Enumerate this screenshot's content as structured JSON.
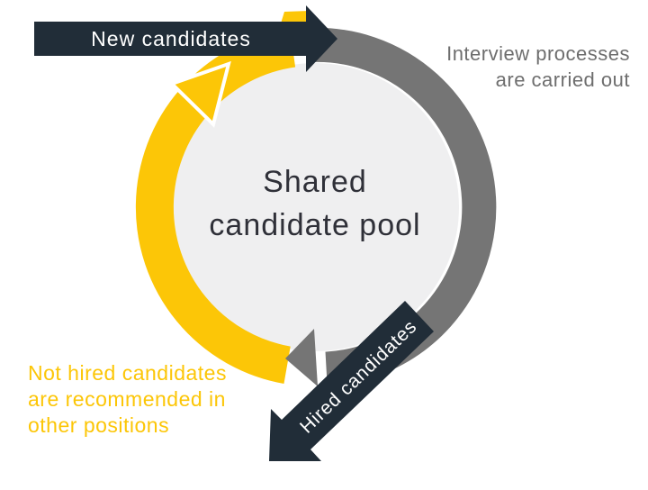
{
  "diagram": {
    "center": {
      "line1": "Shared",
      "line2": "candidate pool"
    },
    "top_arrow": {
      "label": "New candidates"
    },
    "diagonal_arrow": {
      "label": "Hired candidates"
    },
    "interview_caption": {
      "line1": "Interview processes",
      "line2": "are carried out"
    },
    "not_hired_caption": {
      "line1": "Not hired candidates",
      "line2": "are recommended in",
      "line3": "other positions"
    },
    "colors": {
      "navy": "#212d38",
      "gray": "#757575",
      "yellow": "#fcc607",
      "circle_fill": "#efeff0",
      "center_text": "#2f3038",
      "gray_text": "#6e6e6e",
      "white": "#ffffff"
    }
  }
}
